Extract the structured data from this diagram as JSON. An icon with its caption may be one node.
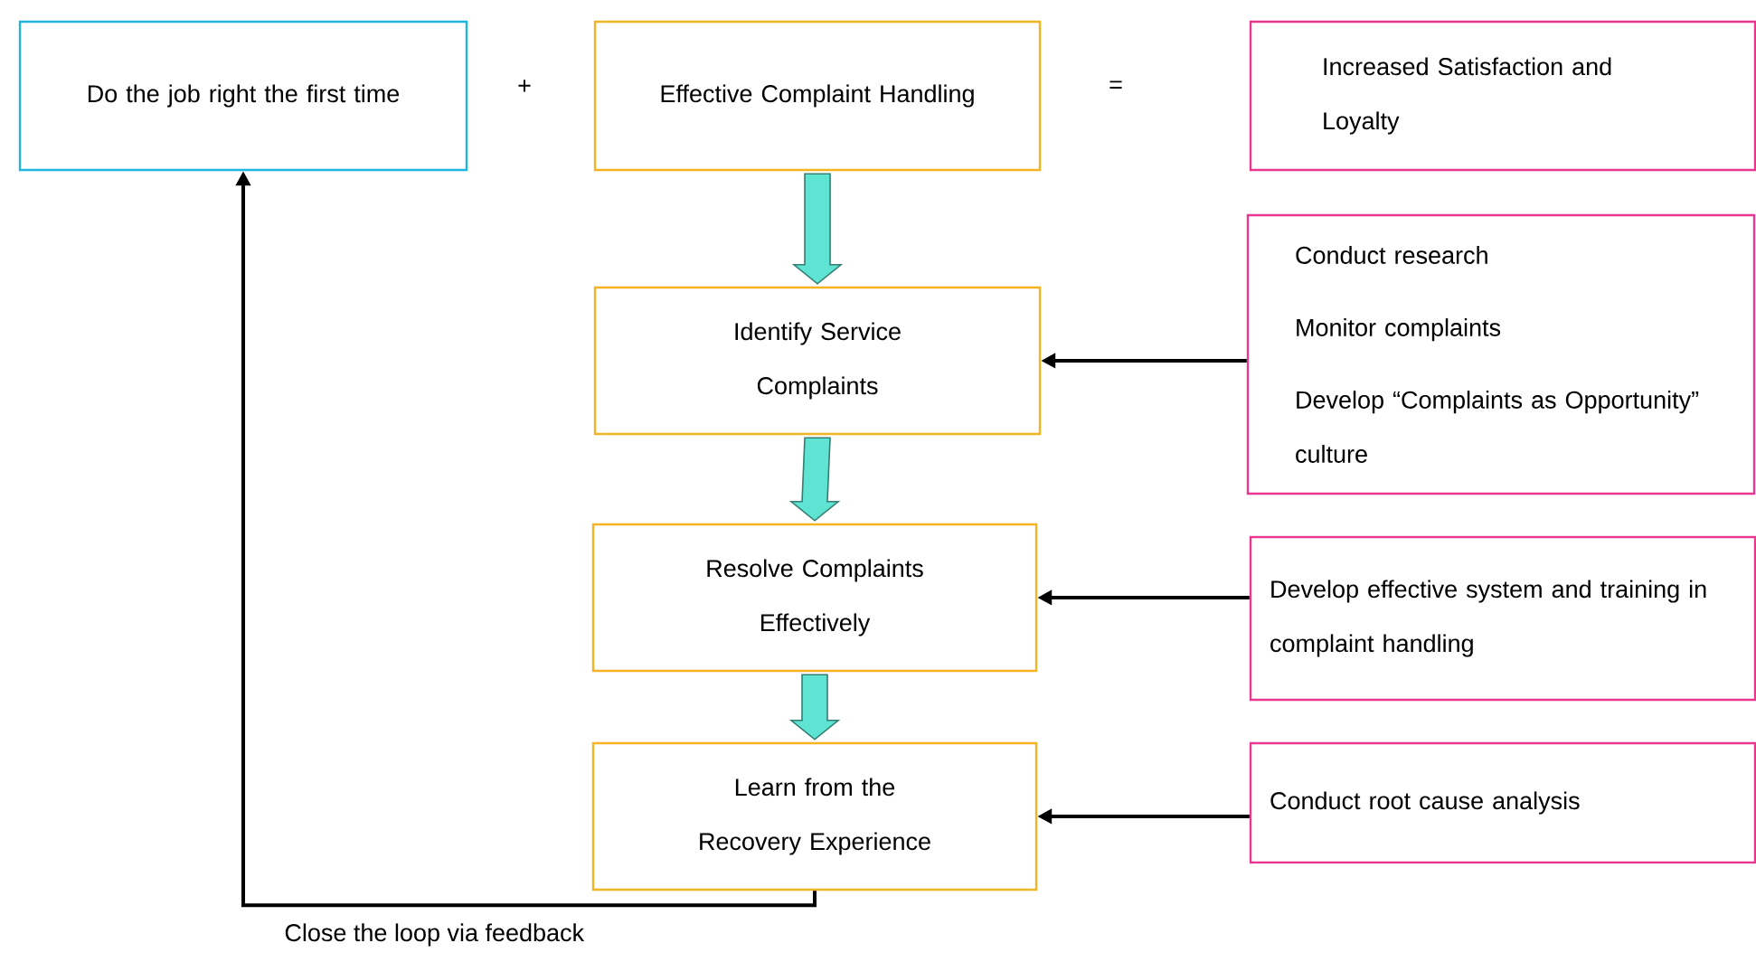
{
  "diagram": {
    "nodes": [
      {
        "text": [
          "Do the job right the first time"
        ]
      },
      {
        "text": [
          "Effective Complaint Handling"
        ]
      },
      {
        "text": [
          "Increased Satisfaction and Loyalty"
        ]
      },
      {
        "text": [
          "Identify Service Complaints"
        ]
      },
      {
        "text": [
          "Conduct research",
          "Monitor complaints",
          "Develop “Complaints as Opportunity” culture"
        ]
      },
      {
        "text": [
          "Resolve Complaints Effectively"
        ]
      },
      {
        "text": [
          "Develop effective system and training in complaint handling"
        ]
      },
      {
        "text": [
          "Learn from the Recovery Experience"
        ]
      },
      {
        "text": [
          "Conduct root cause analysis"
        ]
      }
    ],
    "edges": [
      {
        "from": 1,
        "to": 3,
        "arrow": "to",
        "style": "thick",
        "color": "#5fe3d2"
      },
      {
        "from": 3,
        "to": 5,
        "arrow": "to",
        "style": "thick",
        "color": "#5fe3d2"
      },
      {
        "from": 5,
        "to": 7,
        "arrow": "to",
        "style": "thick",
        "color": "#5fe3d2"
      },
      {
        "from": 4,
        "to": 3,
        "arrow": "to"
      },
      {
        "from": 6,
        "to": 5,
        "arrow": "to"
      },
      {
        "from": 8,
        "to": 7,
        "arrow": "to"
      },
      {
        "from": 7,
        "to": 0,
        "arrow": "to",
        "label": "Close the loop via feedback"
      }
    ],
    "labels": [
      "+",
      "="
    ]
  }
}
